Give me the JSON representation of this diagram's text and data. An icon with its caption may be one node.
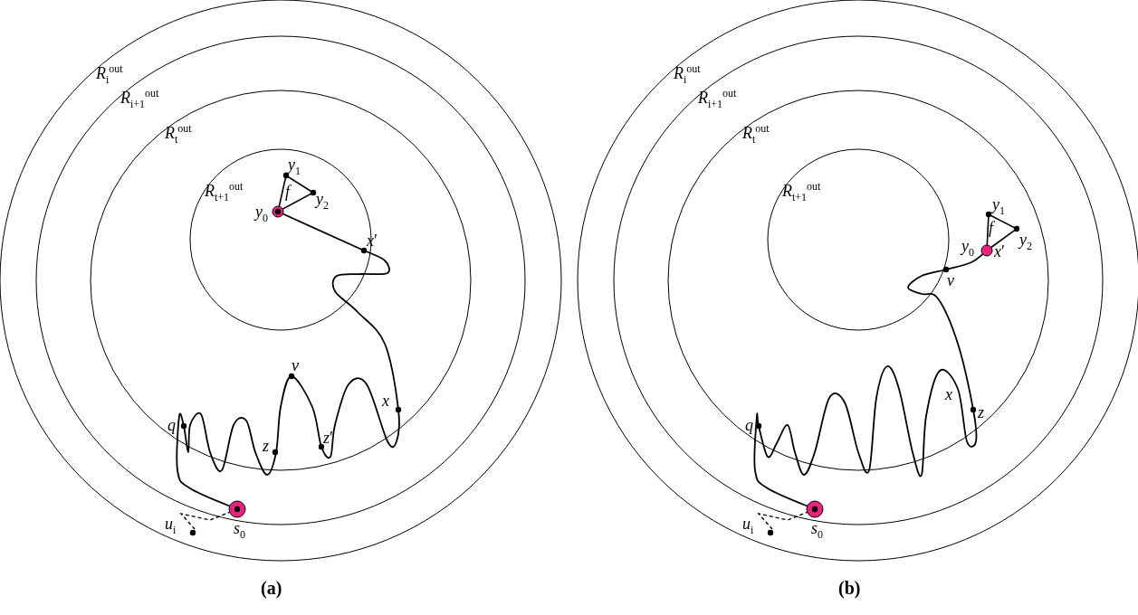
{
  "diagram": {
    "labels": [
      "*R*$_{i}$$^{out}$",
      "*R*$_{i+1}$$^{out}$",
      "*R*$_{t}$$^{out}$",
      "*R*$_{t+1}$$^{out}$",
      "*y*$_{1}$",
      "f",
      "*y*$_{2}$",
      "*y*$_{0}$",
      "*x*′",
      "v",
      "x",
      "q",
      "z",
      "*z*′",
      "*s*$_{0}$",
      "*u*$_{i}$",
      "(a)",
      "*R*$_{i}$$^{out}$",
      "*R*$_{i+1}$$^{out}$",
      "*R*$_{t}$$^{out}$",
      "*R*$_{t+1}$$^{out}$",
      "*y*$_{1}$",
      "f",
      "*y*$_{0}$",
      "*y*$_{2}$",
      "*x*′",
      "v",
      "x",
      "z",
      "q",
      "*s*$_{0}$",
      "*u*$_{i}$",
      "(b)"
    ]
  }
}
